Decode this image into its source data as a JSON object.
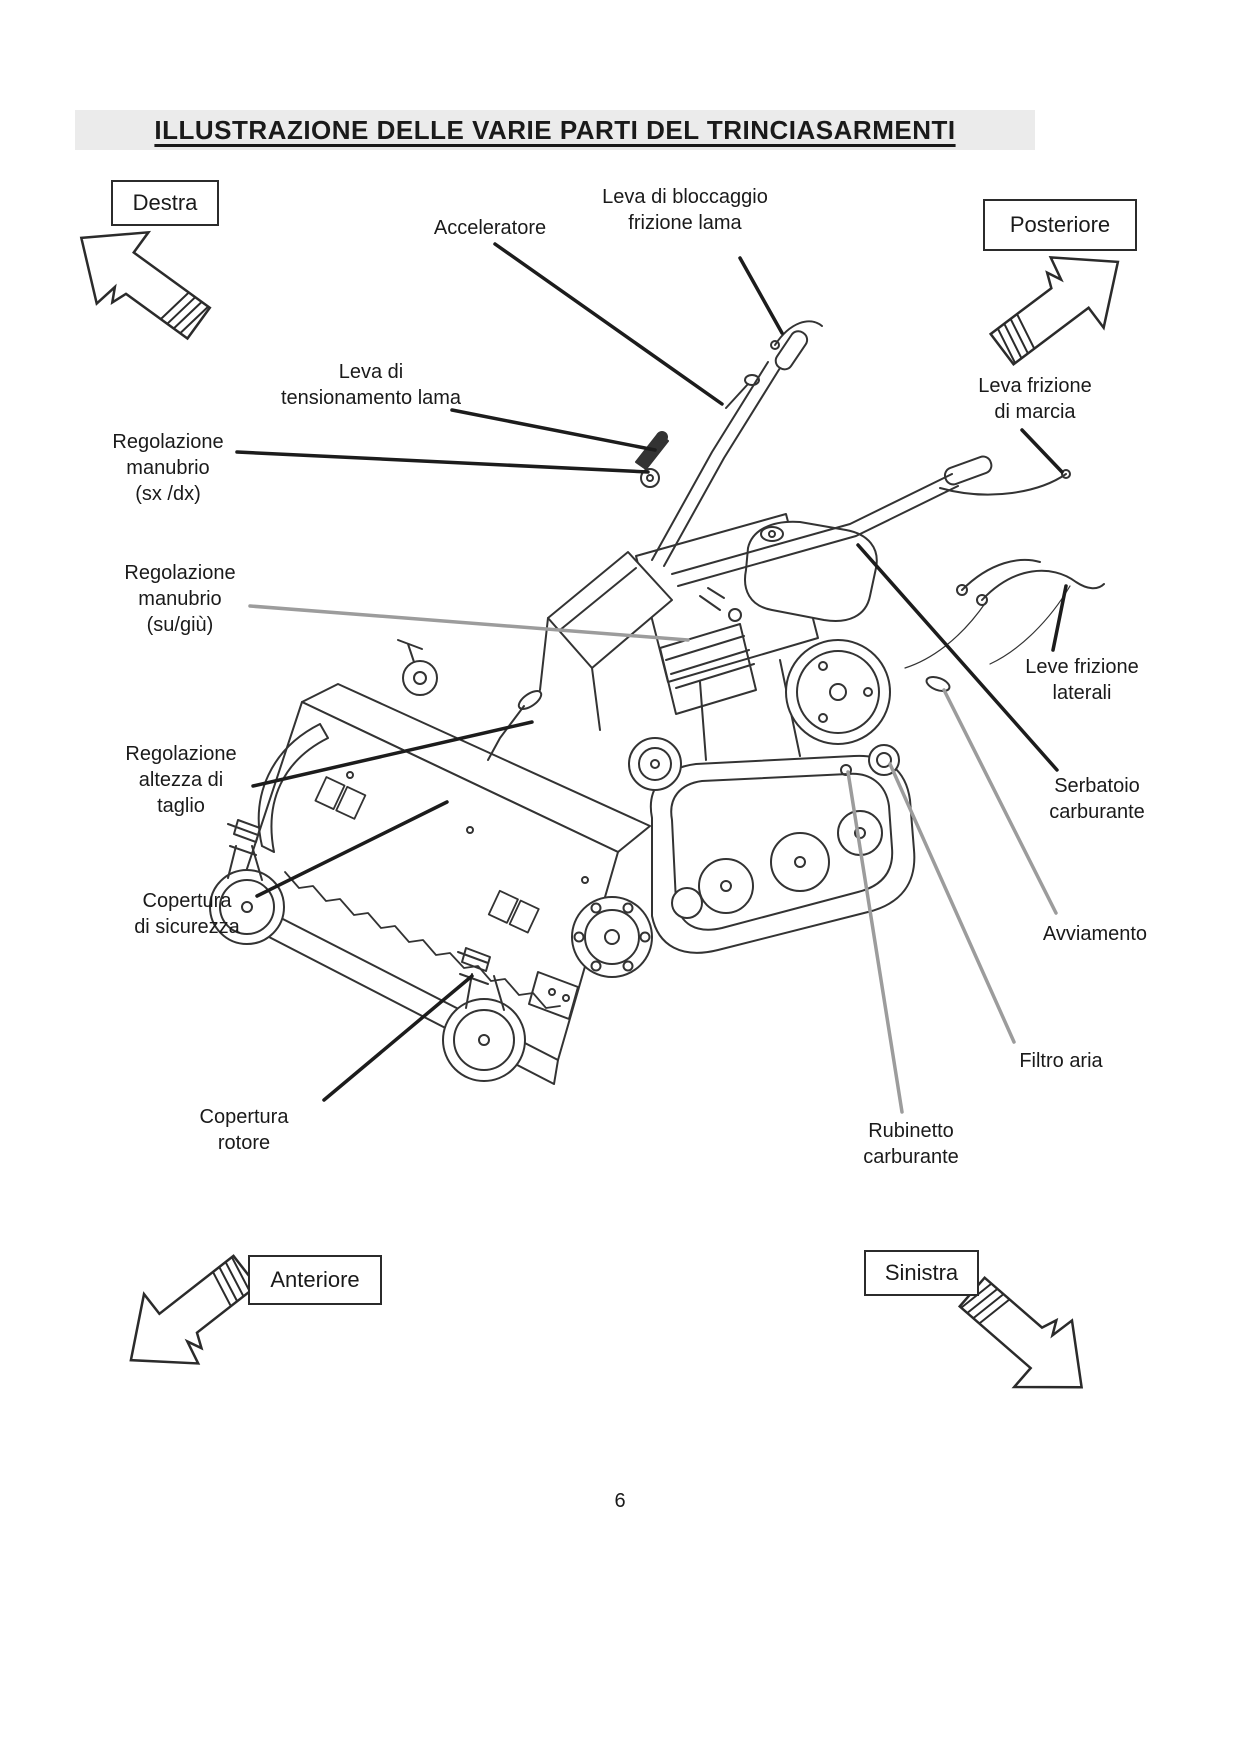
{
  "title": "ILLUSTRAZIONE DELLE VARIE PARTI DEL TRINCIASARMENTI",
  "page_number": "6",
  "directions": {
    "destra": "Destra",
    "posteriore": "Posteriore",
    "anteriore": "Anteriore",
    "sinistra": "Sinistra"
  },
  "part_labels": [
    {
      "id": "acceleratore",
      "lines": [
        "Acceleratore"
      ]
    },
    {
      "id": "leva-bloccaggio-frizione-lama",
      "lines": [
        "Leva di bloccaggio",
        "frizione lama"
      ]
    },
    {
      "id": "leva-tensionamento-lama",
      "lines": [
        "Leva di",
        "tensionamento lama"
      ]
    },
    {
      "id": "regolazione-manubrio-sx-dx",
      "lines": [
        "Regolazione",
        "manubrio",
        "(sx /dx)"
      ]
    },
    {
      "id": "regolazione-manubrio-su-giu",
      "lines": [
        "Regolazione",
        "manubrio",
        "(su/giù)"
      ]
    },
    {
      "id": "leva-frizione-di-marcia",
      "lines": [
        "Leva frizione",
        "di marcia"
      ]
    },
    {
      "id": "leve-frizione-laterali",
      "lines": [
        "Leve frizione",
        "laterali"
      ]
    },
    {
      "id": "regolazione-altezza-di-taglio",
      "lines": [
        "Regolazione",
        "altezza di",
        "taglio"
      ]
    },
    {
      "id": "serbatoio-carburante",
      "lines": [
        "Serbatoio",
        "carburante"
      ]
    },
    {
      "id": "copertura-di-sicurezza",
      "lines": [
        "Copertura",
        "di sicurezza"
      ]
    },
    {
      "id": "copertura-rotore",
      "lines": [
        "Copertura",
        "rotore"
      ]
    },
    {
      "id": "avviamento",
      "lines": [
        "Avviamento"
      ]
    },
    {
      "id": "filtro-aria",
      "lines": [
        "Filtro aria"
      ]
    },
    {
      "id": "rubinetto-carburante",
      "lines": [
        "Rubinetto",
        "carburante"
      ]
    }
  ],
  "colors": {
    "leader_black": "#1c1c1c",
    "leader_gray": "#9c9c9c",
    "title_background": "#ebebeb",
    "line_art": "#333333",
    "text": "#1a1a1a"
  }
}
